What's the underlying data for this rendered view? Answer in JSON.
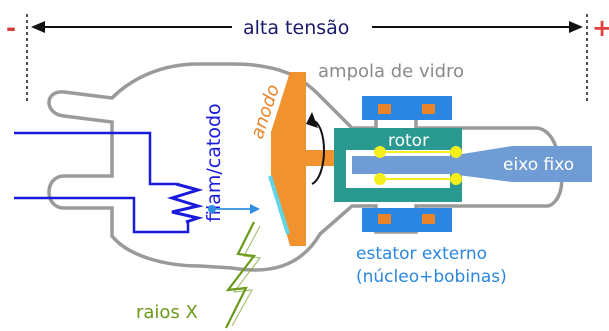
{
  "labels": {
    "minus_sign": "-",
    "plus_sign": "+",
    "high_voltage": "alta tensão",
    "glass_bulb": "ampola de vidro",
    "filament_cathode": "filam/catodo",
    "anode": "anodo",
    "rotor": "rotor",
    "fixed_axis": "eixo fixo",
    "stator_line1": "estator externo",
    "stator_line2": "(núcleo+bobinas)",
    "xrays": "raios X"
  },
  "colors": {
    "cathode_blue": "#1a1adc",
    "electron_blue": "#2f8fe0",
    "anode_orange": "#f0922e",
    "anode_face_cyan": "#62d4e8",
    "rotor_teal": "#2a9a90",
    "axis_blue": "#6f9cd4",
    "stator_blue": "#2a86e0",
    "coil_orange": "#e8852a",
    "bearing_yellow": "#f4ee1a",
    "xray_green": "#6a9a1a",
    "bulb_gray": "#9a9a9a",
    "minus_red": "#d43c3c",
    "plus_red": "#e04040"
  }
}
